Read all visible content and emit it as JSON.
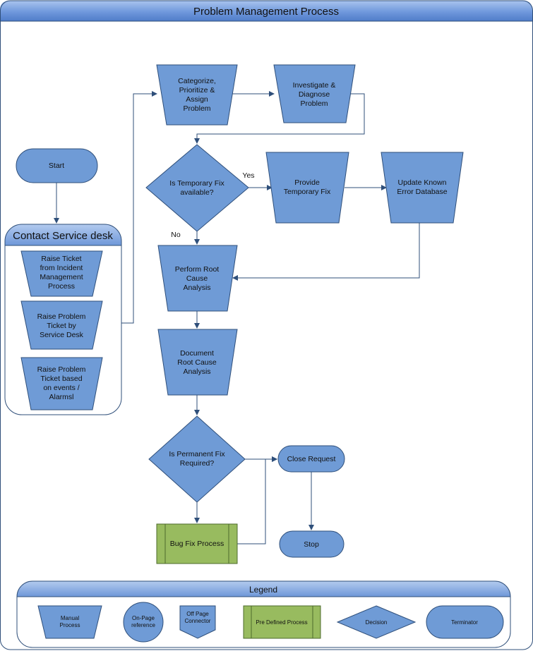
{
  "title": "Problem Management Process",
  "swimlane": "Contact Service desk",
  "nodes": {
    "start": "Start",
    "raise_incident": [
      "Raise Ticket",
      "from Incident",
      "Management",
      "Process"
    ],
    "raise_service_desk": [
      "Raise Problem",
      "Ticket by",
      "Service Desk"
    ],
    "raise_events": [
      "Raise Problem",
      "Ticket based",
      "on events /",
      "Alarmsl"
    ],
    "categorize": [
      "Categorize,",
      "Prioritize &",
      "Assign",
      "Problem"
    ],
    "investigate": [
      "Investigate &",
      "Diagnose",
      "Problem"
    ],
    "temp_fix_decision": [
      "Is Temporary Fix",
      "available?"
    ],
    "provide_temp_fix": [
      "Provide",
      "Temporary Fix"
    ],
    "update_ked": [
      "Update Known",
      "Error Database"
    ],
    "root_cause": [
      "Perform Root",
      "Cause",
      "Analysis"
    ],
    "document_rca": [
      "Document",
      "Root Cause",
      "Analysis"
    ],
    "permanent_fix_decision": [
      "Is Permanent Fix",
      "Required?"
    ],
    "close_request": "Close Request",
    "bug_fix": "Bug Fix Process",
    "stop": "Stop"
  },
  "edge_labels": {
    "yes": "Yes",
    "no": "No"
  },
  "legend": {
    "title": "Legend",
    "manual_process": [
      "Manual",
      "Process"
    ],
    "on_page_reference": [
      "On-Page",
      "reference"
    ],
    "off_page_connector": [
      "Off Page",
      "Connector"
    ],
    "predefined_process": "Pre Defined Process",
    "decision": "Decision",
    "terminator": "Terminator"
  },
  "colors": {
    "shape_fill": "#6f9bd6",
    "predefined_fill": "#98bb5f",
    "outline": "#2f4f7a"
  }
}
